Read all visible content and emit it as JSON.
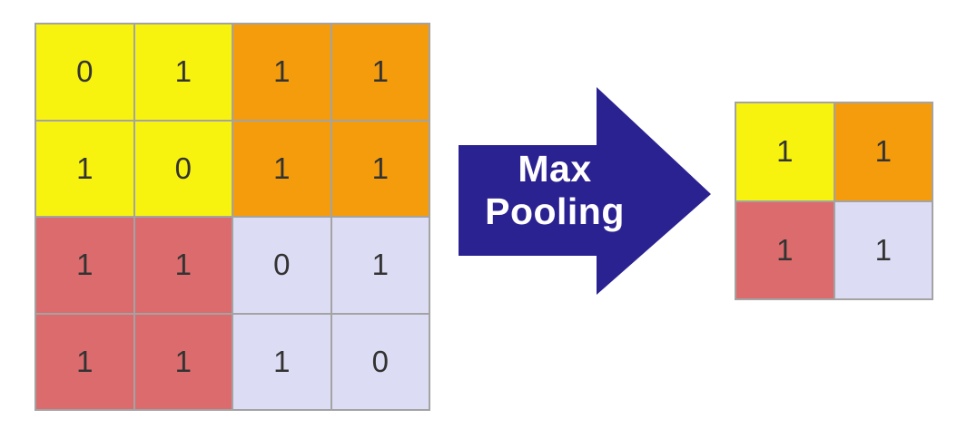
{
  "diagram": {
    "title": "Max Pooling",
    "arrow_label": {
      "line1": "Max",
      "line2": "Pooling"
    }
  },
  "colors": {
    "yellow": "#f7f30e",
    "orange": "#f49c0c",
    "red": "#db6b6c",
    "lavender": "#dcdcf4",
    "arrow": "#2b2291",
    "grid_border": "#a3a3a3",
    "cell_text": "#333333",
    "arrow_text": "#ffffff",
    "background": "#ffffff"
  },
  "input_grid": {
    "rows": 4,
    "cols": 4,
    "cells": [
      {
        "value": "0",
        "color": "yellow"
      },
      {
        "value": "1",
        "color": "yellow"
      },
      {
        "value": "1",
        "color": "orange"
      },
      {
        "value": "1",
        "color": "orange"
      },
      {
        "value": "1",
        "color": "yellow"
      },
      {
        "value": "0",
        "color": "yellow"
      },
      {
        "value": "1",
        "color": "orange"
      },
      {
        "value": "1",
        "color": "orange"
      },
      {
        "value": "1",
        "color": "red"
      },
      {
        "value": "1",
        "color": "red"
      },
      {
        "value": "0",
        "color": "lavender"
      },
      {
        "value": "1",
        "color": "lavender"
      },
      {
        "value": "1",
        "color": "red"
      },
      {
        "value": "1",
        "color": "red"
      },
      {
        "value": "1",
        "color": "lavender"
      },
      {
        "value": "0",
        "color": "lavender"
      }
    ]
  },
  "output_grid": {
    "rows": 2,
    "cols": 2,
    "cells": [
      {
        "value": "1",
        "color": "yellow"
      },
      {
        "value": "1",
        "color": "orange"
      },
      {
        "value": "1",
        "color": "red"
      },
      {
        "value": "1",
        "color": "lavender"
      }
    ]
  }
}
